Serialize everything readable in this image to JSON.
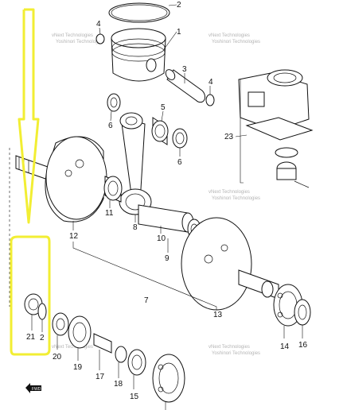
{
  "labels": {
    "p1": "1",
    "p2": "2",
    "p3": "3",
    "p4": "4",
    "p5": "5",
    "p6a": "6",
    "p6b": "6",
    "p7": "7",
    "p8": "8",
    "p9": "9",
    "p10": "10",
    "p11": "11",
    "p12": "12",
    "p13": "13",
    "p14": "14",
    "p15": "15",
    "p16": "16",
    "p17": "17",
    "p18": "18",
    "p19": "19",
    "p20": "20",
    "p21": "21",
    "p2b": "2",
    "p23": "23"
  },
  "fwd_label": "FWD",
  "watermark": {
    "line1": "vNext Technologies",
    "line2": "Yoshinori Technologies"
  },
  "colors": {
    "highlight": "#f2ee33",
    "ink": "#111111",
    "watermark": "#b5b5b5"
  }
}
